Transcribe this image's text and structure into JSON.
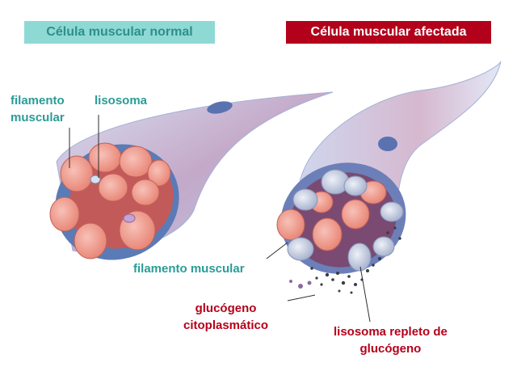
{
  "headers": {
    "normal": "Célula muscular normal",
    "affected": "Célula muscular afectada"
  },
  "labels": {
    "filament_muscular_left": [
      "filamento",
      "muscular"
    ],
    "lysosome_left": "lisosoma",
    "filament_muscular_right": "filamento muscular",
    "glycogen_cytoplasmic": [
      "glucógeno",
      "citoplasmático"
    ],
    "lysosome_glycogen": [
      "lisosoma repleto de",
      "glucógeno"
    ]
  },
  "colors": {
    "normal_header_bg": "#8fd9d5",
    "normal_header_text": "#2e8f8a",
    "affected_header_bg": "#b3001b",
    "affected_header_text": "#ffffff",
    "teal_label": "#2a9c96",
    "red_label": "#b5001a",
    "filament": "#ef8f86",
    "cell_membrane": "#bcc9e4",
    "lysosome": "#c8d2e6",
    "glycogen": "#3a3a48"
  }
}
